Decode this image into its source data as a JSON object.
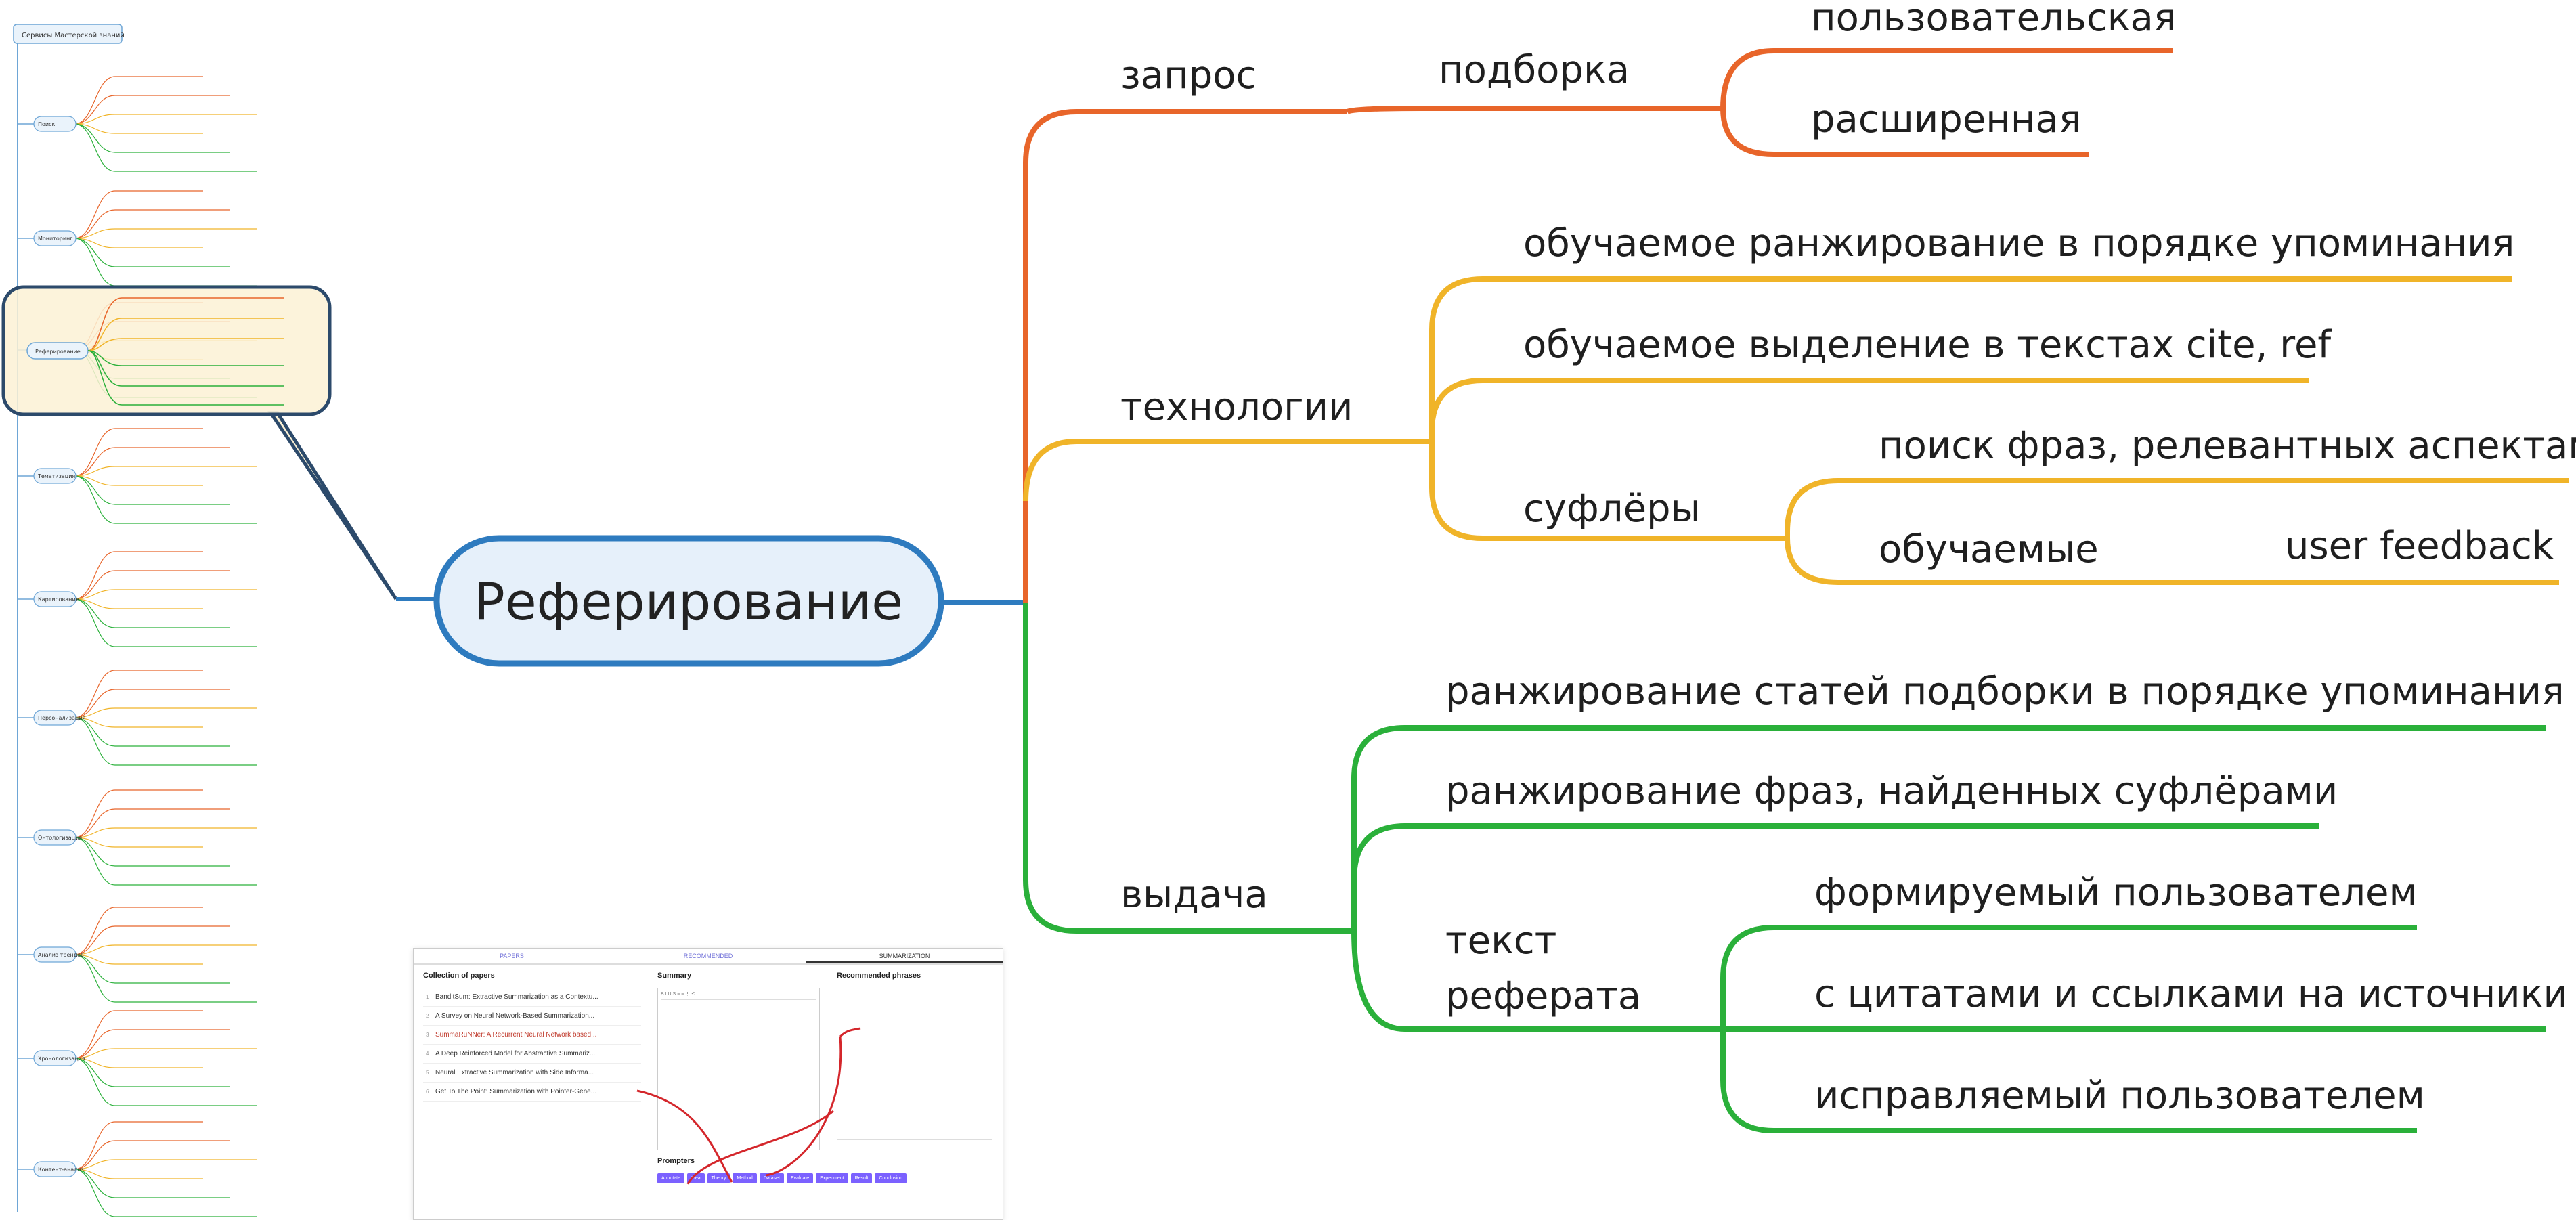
{
  "colors": {
    "red": "#e8652a",
    "orange": "#f0b429",
    "green": "#2ab03a",
    "blue": "#2e7bbf",
    "central_fill": "#e6f0fa",
    "callout_fill": "#fbf1d5",
    "callout_stroke": "#2c4a6b"
  },
  "central": {
    "label": "Реферирование"
  },
  "branches": {
    "query": {
      "label": "запрос",
      "selection": {
        "label": "подборка",
        "user": "пользовательская",
        "extended": "расширенная"
      }
    },
    "tech": {
      "label": "технологии",
      "ranking": "обучаемое ранжирование в порядке упоминания",
      "extraction": "обучаемое выделение в текстах cite, ref",
      "prompters": {
        "label": "суфлёры",
        "search": "поиск фраз, релевантных аспектам",
        "trainable": "обучаемые",
        "feedback": "user feedback"
      }
    },
    "output": {
      "label": "выдача",
      "articles": "ранжирование статей подборки в порядке упоминания",
      "phrases": "ранжирование фраз, найденных суфлёрами",
      "abstract": {
        "label_line1": "текст",
        "label_line2": "реферата",
        "user_formed": "формируемый пользователем",
        "citations": "с цитатами и ссылками на источники",
        "user_corrected": "исправляемый пользователем"
      }
    }
  },
  "mini_map": {
    "root": "Сервисы Мастерской знаний",
    "categories": [
      "Поиск",
      "Мониторинг",
      "Реферирование",
      "Тематизация",
      "Картирование",
      "Персонализация",
      "Онтологизация",
      "Анализ трендов",
      "Хронологизация",
      "Контент-анализ"
    ]
  },
  "app_screenshot": {
    "tabs": [
      "PAPERS",
      "RECOMMENDED",
      "SUMMARIZATION"
    ],
    "collection_title": "Collection of papers",
    "summary_title": "Summary",
    "recommended_title": "Recommended phrases",
    "prompters_title": "Prompters",
    "papers": [
      {
        "num": "1",
        "title": "BanditSum: Extractive Summarization as a Contextu..."
      },
      {
        "num": "2",
        "title": "A Survey on Neural Network-Based Summarization..."
      },
      {
        "num": "3",
        "title": "SummaRuNNer: A Recurrent Neural Network based..."
      },
      {
        "num": "4",
        "title": "A Deep Reinforced Model for Abstractive Summariz..."
      },
      {
        "num": "5",
        "title": "Neural Extractive Summarization with Side Informa..."
      },
      {
        "num": "6",
        "title": "Get To The Point: Summarization with Pointer-Gene..."
      }
    ],
    "prompter_buttons": [
      "Annotate",
      "Idea",
      "Theory",
      "Method",
      "Dataset",
      "Evaluate",
      "Experiment",
      "Result",
      "Conclusion"
    ]
  }
}
